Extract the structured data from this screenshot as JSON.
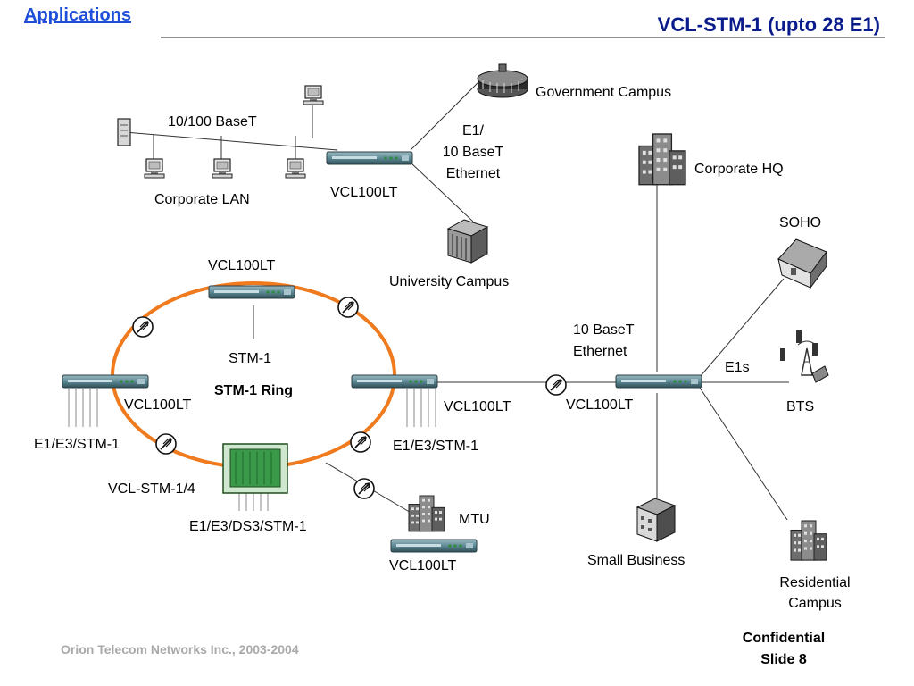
{
  "header": {
    "link_label": "Applications",
    "title": "VCL-STM-1 (upto 28 E1)"
  },
  "labels": {
    "government_campus": "Government Campus",
    "baset_lan": "10/100 BaseT",
    "e1_ethernet_line1": "E1/",
    "e1_ethernet_line2": "10 BaseT",
    "e1_ethernet_line3": "Ethernet",
    "corporate_lan": "Corporate LAN",
    "vcl100lt_top": "VCL100LT",
    "university_campus": "University Campus",
    "corporate_hq": "Corporate HQ",
    "soho": "SOHO",
    "vcl100lt_ring_top": "VCL100LT",
    "stm1": "STM-1",
    "stm1_ring": "STM-1 Ring",
    "vcl100lt_ring_left": "VCL100LT",
    "vcl100lt_ring_right": "VCL100LT",
    "e1e3stm1_left": "E1/E3/STM-1",
    "e1e3stm1_right": "E1/E3/STM-1",
    "vcl_stm_14": "VCL-STM-1/4",
    "e1e3ds3stm1": "E1/E3/DS3/STM-1",
    "baset_ethernet_line1": "10 BaseT",
    "baset_ethernet_line2": "Ethernet",
    "e1s": "E1s",
    "vcl100lt_hub": "VCL100LT",
    "bts": "BTS",
    "mtu": "MTU",
    "vcl100lt_mtu": "VCL100LT",
    "small_business": "Small Business",
    "residential_line1": "Residential",
    "residential_line2": "Campus"
  },
  "footer": {
    "company": "Orion Telecom Networks Inc., 2003-2004",
    "confidential": "Confidential",
    "slide": "Slide 8"
  },
  "colors": {
    "ring": "#f07a1e",
    "header_link": "#1f4fd8",
    "title": "#0a1c8c",
    "footer": "#a9a9a9",
    "device_body": "#5d8a96",
    "device_led": "#2e8b3e"
  }
}
